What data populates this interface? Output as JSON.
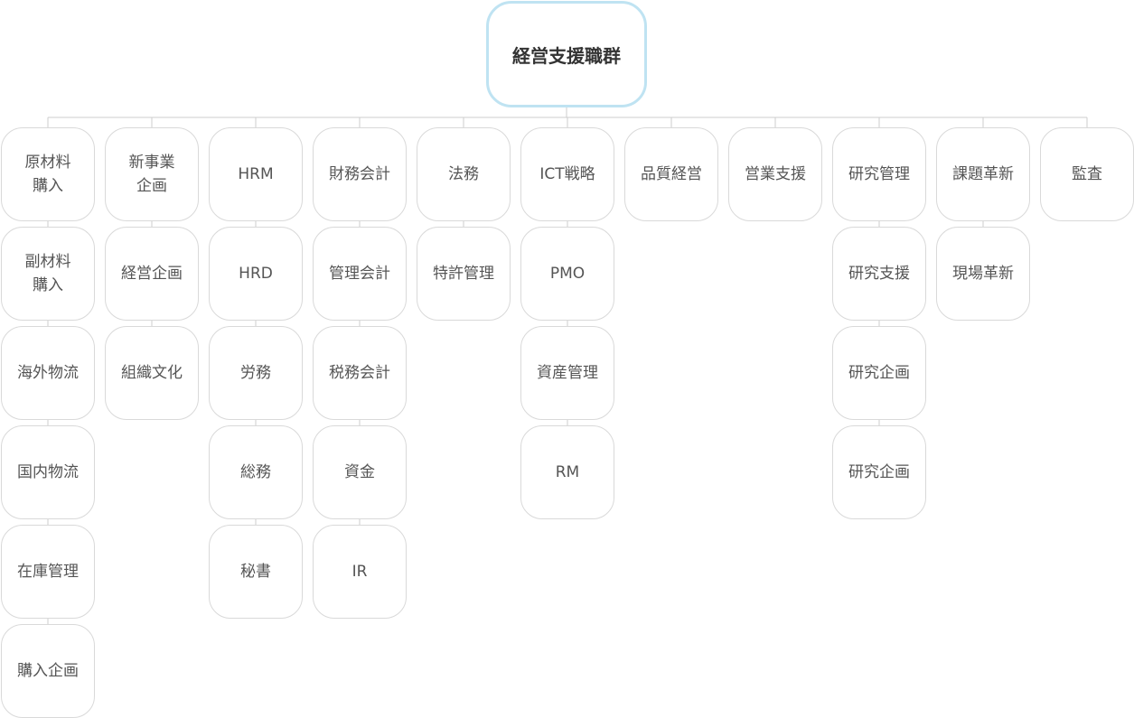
{
  "root": {
    "label": "経営支援職群"
  },
  "columns": [
    {
      "items": [
        "原材料\n購入",
        "副材料\n購入",
        "海外物流",
        "国内物流",
        "在庫管理",
        "購入企画"
      ]
    },
    {
      "items": [
        "新事業\n企画",
        "経営企画",
        "組織文化"
      ]
    },
    {
      "items": [
        "HRM",
        "HRD",
        "労務",
        "総務",
        "秘書"
      ]
    },
    {
      "items": [
        "財務会計",
        "管理会計",
        "税務会計",
        "資金",
        "IR"
      ]
    },
    {
      "items": [
        "法務",
        "特許管理"
      ]
    },
    {
      "items": [
        "ICT戦略",
        "PMO",
        "資産管理",
        "RM"
      ]
    },
    {
      "items": [
        "品質経営"
      ]
    },
    {
      "items": [
        "営業支援"
      ]
    },
    {
      "items": [
        "研究管理",
        "研究支援",
        "研究企画",
        "研究企画"
      ]
    },
    {
      "items": [
        "課題革新",
        "現場革新"
      ]
    },
    {
      "items": [
        "監査"
      ]
    }
  ]
}
